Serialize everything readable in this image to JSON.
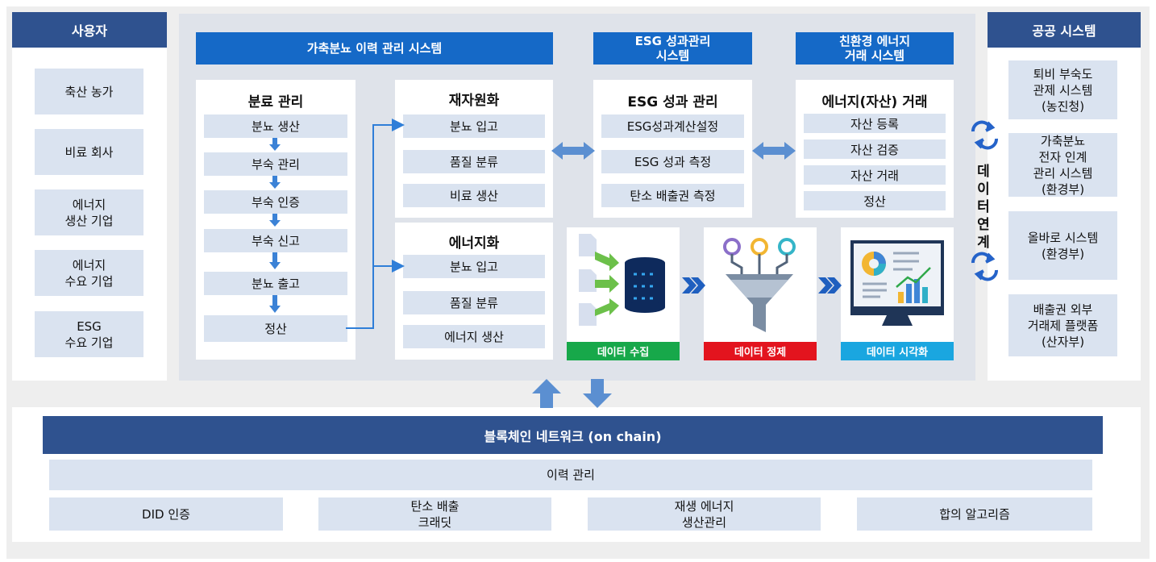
{
  "users": {
    "title": "사용자",
    "items": [
      "축산 농가",
      "비료 회사",
      "에너지\n생산 기업",
      "에너지\n수요 기업",
      "ESG\n수요 기업"
    ]
  },
  "headers": {
    "manure_system": "가축분뇨 이력 관리 시스템",
    "esg_system": "ESG 성과관리\n시스템",
    "energy_system": "친환경 에너지\n거래 시스템"
  },
  "manure": {
    "title": "분료 관리",
    "steps": [
      "분뇨 생산",
      "부숙 관리",
      "부숙 인증",
      "부숙 신고",
      "분뇨 출고",
      "정산"
    ]
  },
  "recycle": {
    "title": "재자원화",
    "items": [
      "분뇨 입고",
      "품질 분류",
      "비료 생산"
    ]
  },
  "energize": {
    "title": "에너지화",
    "items": [
      "분뇨 입고",
      "품질 분류",
      "에너지 생산"
    ]
  },
  "esg": {
    "title": "ESG 성과 관리",
    "items": [
      "ESG성과계산설정",
      "ESG 성과 측정",
      "탄소 배출권 측정"
    ]
  },
  "trade": {
    "title": "에너지(자산) 거래",
    "items": [
      "자산 등록",
      "자산 검증",
      "자산 거래",
      "정산"
    ]
  },
  "pipeline": {
    "collect": "데이터 수집",
    "refine": "데이터 정제",
    "visualize": "데이터 시각화",
    "colors": {
      "collect": "#17a84a",
      "refine": "#e3141e",
      "visualize": "#1aa6e0"
    }
  },
  "link_label": [
    "데",
    "이",
    "터",
    "연",
    "계"
  ],
  "public": {
    "title": "공공 시스템",
    "items": [
      "퇴비 부숙도\n관제 시스템\n(농진청)",
      "가축분뇨\n전자 인계\n관리 시스템\n(환경부)",
      "올바로 시스템\n(환경부)",
      "배출권 외부\n거래제 플랫폼\n(산자부)"
    ]
  },
  "blockchain": {
    "title": "블록체인 네트워크 (on chain)",
    "history": "이력 관리",
    "modules": [
      "DID 인증",
      "탄소 배출\n크래딧",
      "재생 에너지\n생산관리",
      "합의 알고리즘"
    ]
  }
}
